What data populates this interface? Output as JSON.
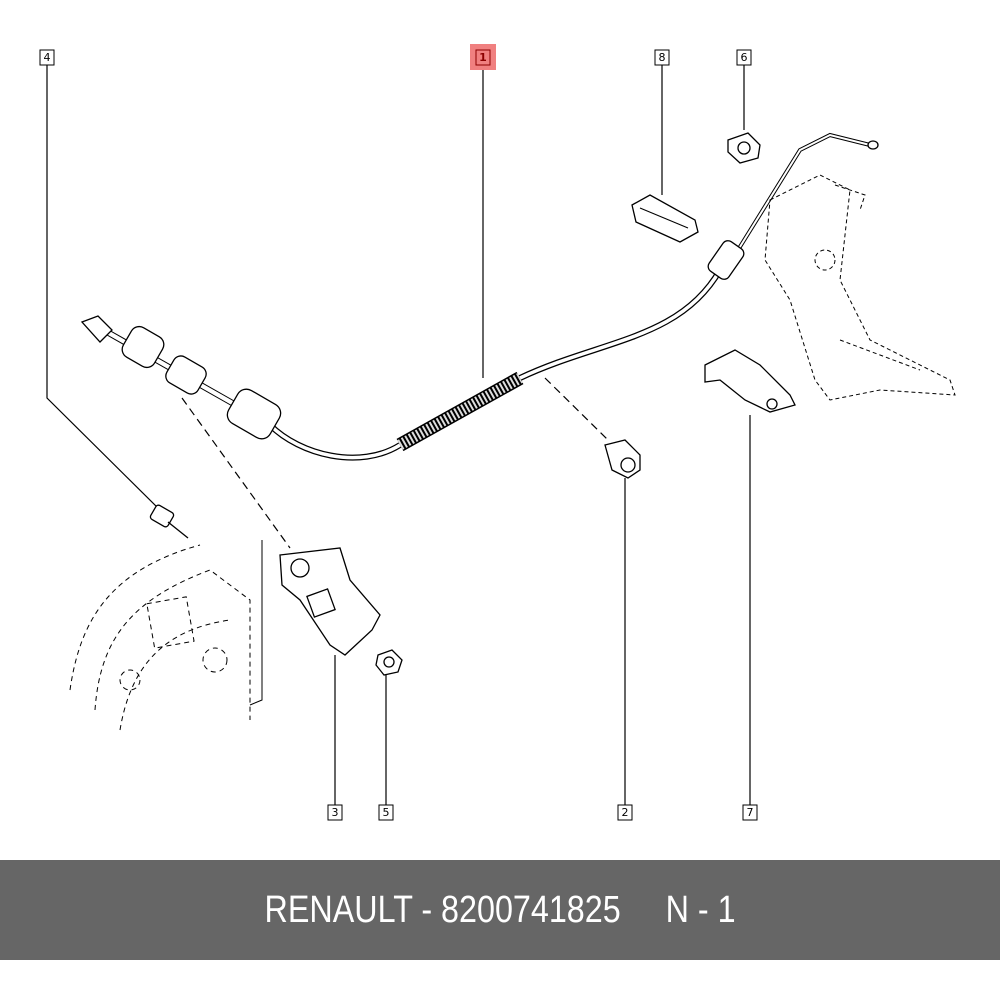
{
  "diagram": {
    "callouts": [
      {
        "label": "4"
      },
      {
        "label": "1",
        "highlighted": true
      },
      {
        "label": "8"
      },
      {
        "label": "6"
      },
      {
        "label": "3"
      },
      {
        "label": "5"
      },
      {
        "label": "2"
      },
      {
        "label": "7"
      }
    ],
    "highlight_color": "#f08080"
  },
  "footer": {
    "brand": "RENAULT",
    "separator": "-",
    "part_number": "8200741825",
    "position": "N - 1",
    "background": "#666666"
  }
}
